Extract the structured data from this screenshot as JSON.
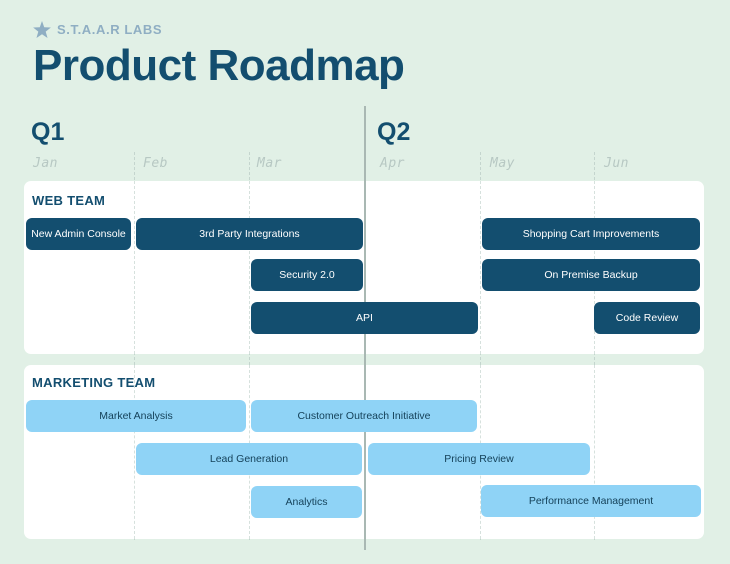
{
  "brand": {
    "name": "S.T.A.A.R LABS",
    "icon": "star-icon",
    "color": "#8faec3"
  },
  "title": "Product Roadmap",
  "quarters": [
    "Q1",
    "Q2"
  ],
  "months": [
    "Jan",
    "Feb",
    "Mar",
    "Apr",
    "May",
    "Jun"
  ],
  "colors": {
    "background": "#e1f0e6",
    "title": "#134e6f",
    "web_bar": "#134e6f",
    "marketing_bar": "#8fd3f6"
  },
  "teams": [
    {
      "name": "WEB TEAM",
      "tasks": [
        {
          "label": "New Admin Console"
        },
        {
          "label": "3rd Party Integrations"
        },
        {
          "label": "Shopping Cart Improvements"
        },
        {
          "label": "Security 2.0"
        },
        {
          "label": "On Premise Backup"
        },
        {
          "label": "API"
        },
        {
          "label": "Code Review"
        }
      ]
    },
    {
      "name": "MARKETING TEAM",
      "tasks": [
        {
          "label": "Market Analysis"
        },
        {
          "label": "Customer Outreach Initiative"
        },
        {
          "label": "Lead Generation"
        },
        {
          "label": "Pricing Review"
        },
        {
          "label": "Analytics"
        },
        {
          "label": "Performance Management"
        }
      ]
    }
  ]
}
